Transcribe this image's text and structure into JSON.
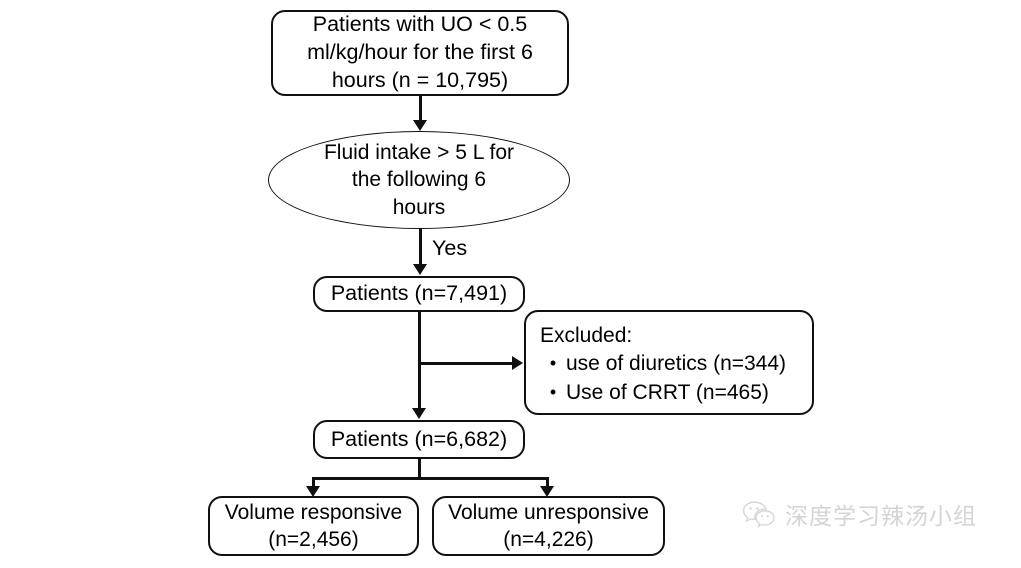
{
  "figure": {
    "type": "flowchart",
    "title": "Patient selection flow diagram"
  },
  "nodes": {
    "cohort_initial": {
      "shape": "rounded-rectangle",
      "text": "Patients with UO < 0.5\nml/kg/hour for the first 6\nhours (n = 10,795)"
    },
    "decision_fluid": {
      "shape": "ellipse",
      "text": "Fluid intake > 5 L for\nthe following 6\nhours"
    },
    "patients_7491": {
      "shape": "rounded-rectangle",
      "text": "Patients (n=7,491)"
    },
    "excluded": {
      "shape": "rounded-rectangle",
      "title": "Excluded:",
      "bullet": "•",
      "items": [
        "use of diuretics (n=344)",
        "Use of CRRT (n=465)"
      ]
    },
    "patients_6682": {
      "shape": "rounded-rectangle",
      "text": "Patients (n=6,682)"
    },
    "volume_responsive": {
      "shape": "rounded-rectangle",
      "text": "Volume responsive\n(n=2,456)"
    },
    "volume_unresponsive": {
      "shape": "rounded-rectangle",
      "text": "Volume unresponsive\n(n=4,226)"
    }
  },
  "edges": {
    "decision_yes_label": "Yes"
  },
  "watermark": {
    "text": "深度学习辣汤小组",
    "icon": "wechat-logo",
    "color": "#d4d4d4"
  },
  "colors": {
    "background": "#ffffff",
    "stroke": "#101010",
    "text": "#000000"
  }
}
